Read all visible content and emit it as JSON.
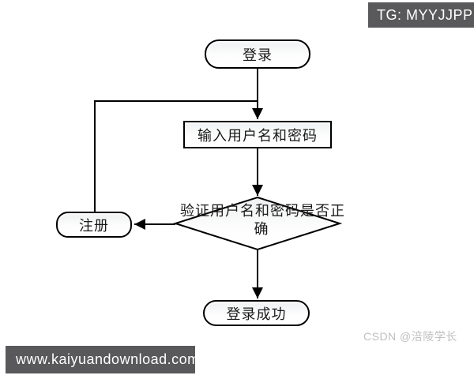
{
  "page": {
    "background": "#ffffff"
  },
  "overlays": {
    "tg_badge": {
      "text": "TG: MYYJJPP",
      "bg": "#59595b",
      "fg": "#ffffff"
    },
    "site_bar": {
      "text": "www.kaiyuandownload.com",
      "bg": "#59595b",
      "fg": "#ffffff"
    },
    "csdn_watermark": {
      "text": "CSDN @涪陵学长",
      "fg": "#bfbfbf"
    }
  },
  "flowchart": {
    "stroke_color": "#000000",
    "nodes": {
      "login": {
        "type": "terminator",
        "label": "登录"
      },
      "input": {
        "type": "process",
        "label": "输入用户名和密码"
      },
      "verify": {
        "type": "decision",
        "label": "验证用户名和密码是否正确",
        "lines": [
          "验证用户名和密码是否正",
          "确"
        ]
      },
      "register": {
        "type": "terminator",
        "label": "注册"
      },
      "success": {
        "type": "terminator",
        "label": "登录成功"
      }
    },
    "edges": [
      {
        "from": "login",
        "to": "input"
      },
      {
        "from": "input",
        "to": "verify"
      },
      {
        "from": "verify",
        "to": "register"
      },
      {
        "from": "register",
        "to": "input"
      },
      {
        "from": "verify",
        "to": "success"
      }
    ]
  }
}
